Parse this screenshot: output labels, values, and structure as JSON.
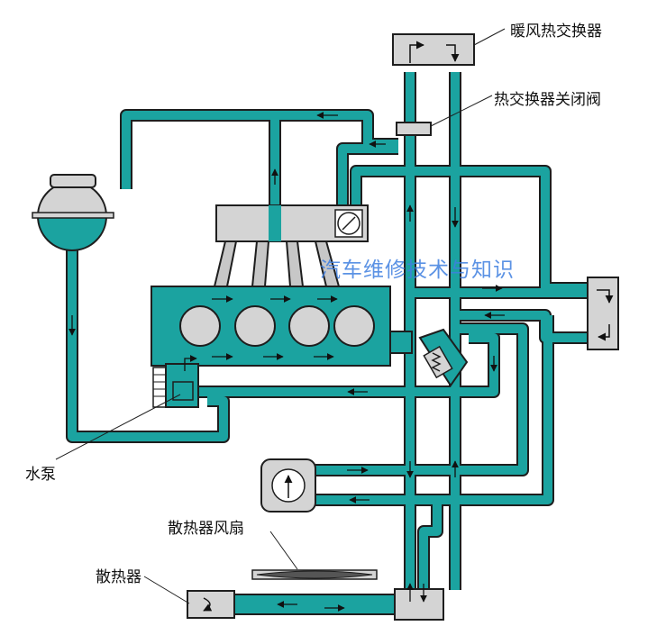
{
  "labels": {
    "heater_core": "暖风热交换器",
    "heater_valve": "热交换器关闭阀",
    "water_pump": "水泵",
    "radiator_fan": "散热器风扇",
    "radiator": "散热器"
  },
  "watermark": "汽车维修技术与知识",
  "colors": {
    "coolant": "#1ba3a0",
    "pipe_outline": "#1e1e1e",
    "component_fill": "#d4d4d4",
    "arrow": "#111111",
    "watermark": "#3f7fe0"
  }
}
